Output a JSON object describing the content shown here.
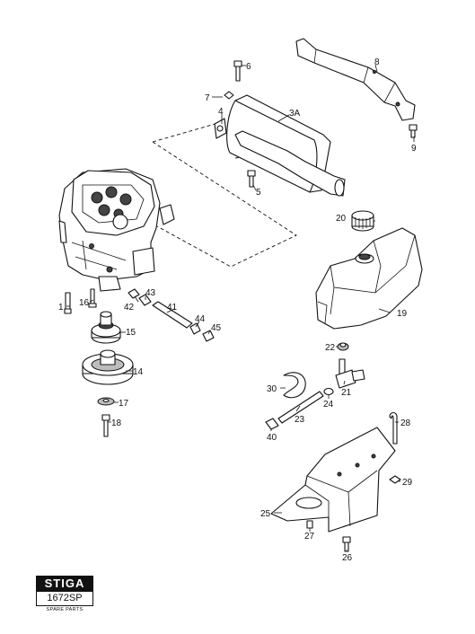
{
  "labels": {
    "p1": "1",
    "p3a": "3A",
    "p4": "4",
    "p5": "5",
    "p6": "6",
    "p7": "7",
    "p8": "8",
    "p9": "9",
    "p14": "14",
    "p15": "15",
    "p16": "16",
    "p17": "17",
    "p18": "18",
    "p19": "19",
    "p20": "20",
    "p21": "21",
    "p22": "22",
    "p23": "23",
    "p24": "24",
    "p25": "25",
    "p26": "26",
    "p27": "27",
    "p28": "28",
    "p29": "29",
    "p30": "30",
    "p40": "40",
    "p41": "41",
    "p42": "42",
    "p43": "43",
    "p44": "44",
    "p45": "45"
  },
  "logo": {
    "brand": "STIGA",
    "code": "1672SP",
    "subtitle": "SPARE PARTS"
  }
}
